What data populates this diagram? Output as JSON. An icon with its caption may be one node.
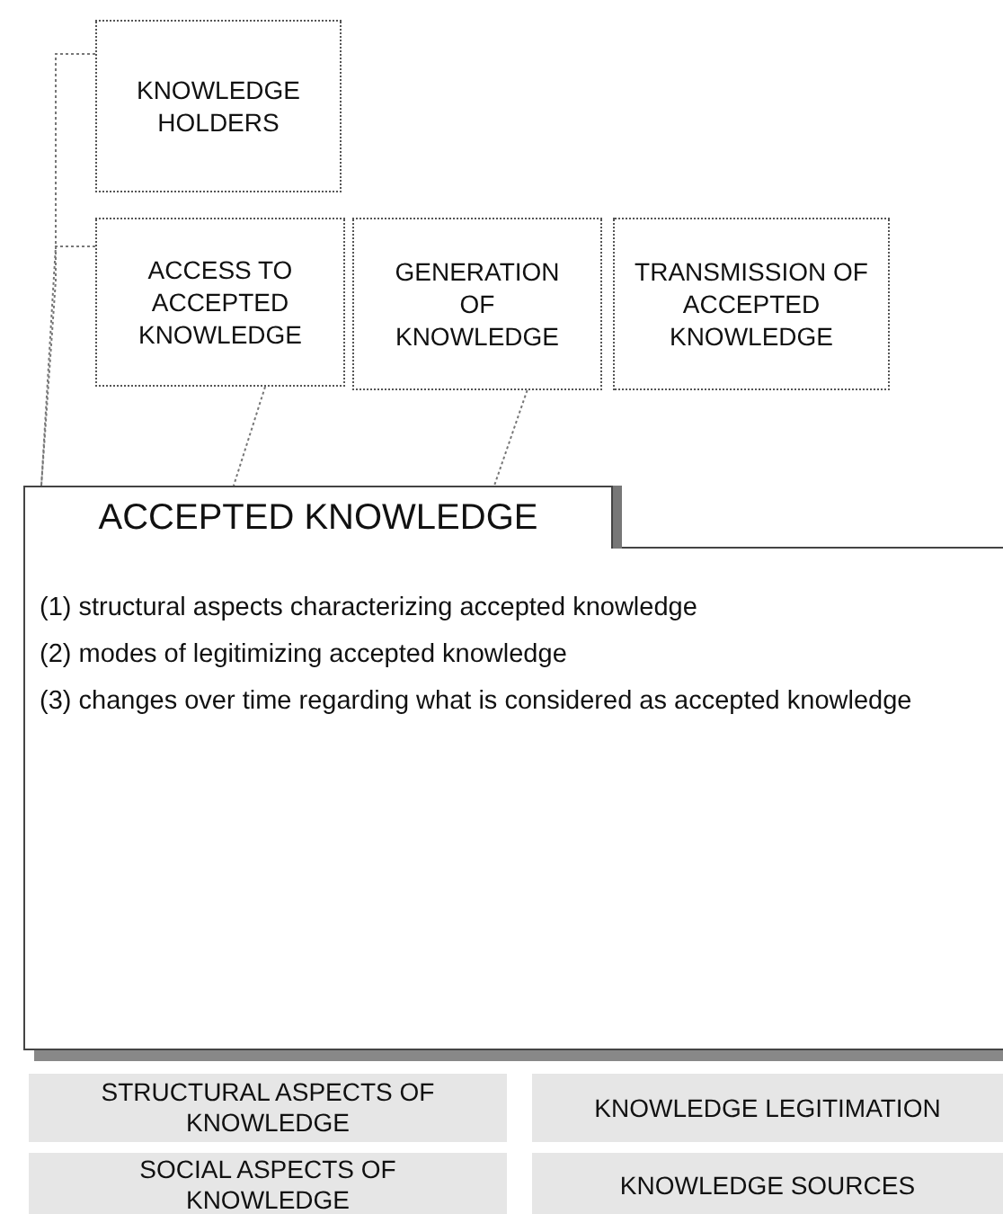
{
  "diagram": {
    "nodes": [
      {
        "text": [
          "KNOWLEDGE HOLDERS"
        ]
      },
      {
        "text": [
          "ACCESS TO ACCEPTED KNOWLEDGE"
        ]
      },
      {
        "text": [
          "GENERATION OF KNOWLEDGE"
        ]
      },
      {
        "text": [
          "TRANSMISSION OF ACCEPTED KNOWLEDGE"
        ]
      },
      {
        "text": [
          "ACCEPTED KNOWLEDGE",
          "(1) structural aspects characterizing accepted knowledge",
          "(2) modes of legitimizing accepted knowledge",
          "(3) changes over time regarding what is considered as accepted knowledge"
        ]
      },
      {
        "text": [
          "STRUCTURAL ASPECTS OF KNOWLEDGE"
        ]
      },
      {
        "text": [
          "KNOWLEDGE LEGITIMATION"
        ]
      },
      {
        "text": [
          "SOCIAL ASPECTS OF KNOWLEDGE"
        ]
      },
      {
        "text": [
          "KNOWLEDGE SOURCES"
        ]
      }
    ],
    "edges": [
      {
        "from": 0,
        "to": 4,
        "arrow": "none",
        "style": "dashed"
      },
      {
        "from": 1,
        "to": 4,
        "arrow": "none",
        "style": "dashed"
      },
      {
        "from": 1,
        "to": 4,
        "arrow": "none",
        "style": "dashed"
      },
      {
        "from": 2,
        "to": 4,
        "arrow": "none",
        "style": "dashed"
      }
    ]
  }
}
